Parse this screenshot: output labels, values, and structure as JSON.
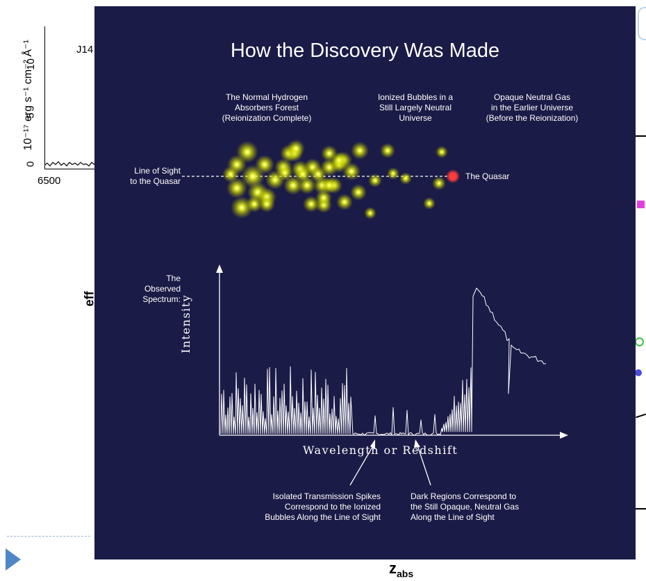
{
  "background": {
    "title_fragment": "",
    "object_label": "J14",
    "y_axis_label": "10⁻¹⁷ erg s⁻¹ cm⁻² Å⁻¹",
    "y_ticks": [
      "10",
      "5",
      "0"
    ],
    "x_tick": "6500",
    "left_axis_fragment": "eff",
    "bottom_axis_label": "z",
    "bottom_axis_subscript": "abs"
  },
  "slide": {
    "title": "How the Discovery Was Made",
    "region_captions": {
      "normal_forest": [
        "The Normal Hydrogen",
        "Absorbers Forest",
        "(Reionization Complete)"
      ],
      "ionized_bubbles": [
        "Ionized Bubbles in a",
        "Still Largely Neutral",
        "Universe"
      ],
      "opaque_gas": [
        "Opaque Neutral Gas",
        "in the Earlier Universe",
        "(Before the Reionization)"
      ]
    },
    "line_of_sight_label": [
      "Line of Sight",
      "to the Quasar"
    ],
    "quasar_label": "The Quasar",
    "observed_spectrum_label": [
      "The",
      "Observed",
      "Spectrum:"
    ],
    "y_axis_label": "Intensity",
    "x_axis_label": "Wavelength or Redshift",
    "annotation_spikes": [
      "Isolated Transmission Spikes",
      "Correspond to the Ionized",
      "Bubbles Along the Line of Sight"
    ],
    "annotation_dark": [
      "Dark Regions Correspond to",
      "the Still Opaque, Neutral Gas",
      "Along the Line of Sight"
    ],
    "colors": {
      "background": "#1b1b47",
      "absorber_glow": "#e8f000",
      "quasar": "#ff3b3b",
      "text": "#ffffff"
    }
  }
}
